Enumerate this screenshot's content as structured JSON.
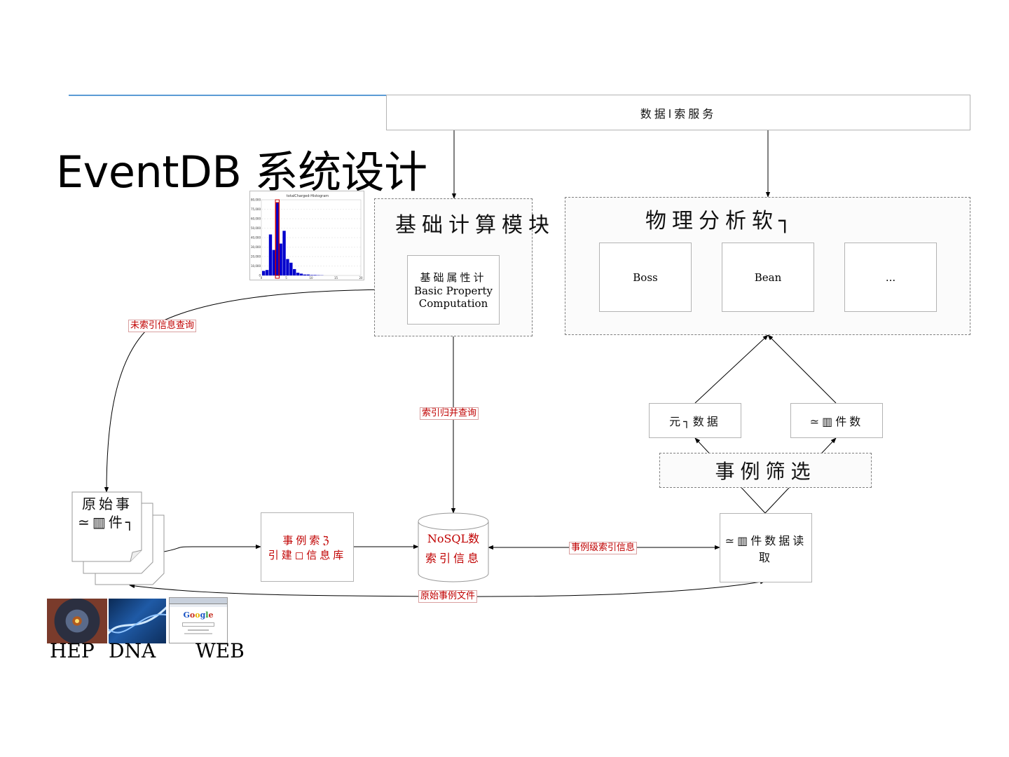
{
  "title": "EventDB 系统设计",
  "top_box": "数据l索服务",
  "basic_group": {
    "title": "基础计算模块",
    "inner": [
      "基础属性计",
      "Basic Property",
      "Computation"
    ]
  },
  "analysis_group": {
    "title": "物理分析软┐",
    "items": [
      "Boss",
      "Bean",
      "..."
    ]
  },
  "left_node": "元┐数据",
  "right_node": "≃▥件数",
  "filter_box": "事例筛选",
  "raw_files": [
    "原始事",
    "≃▥件┐"
  ],
  "index_builder": [
    "事例索ℨ",
    "引建◻信息库"
  ],
  "nosql": [
    "NoSQL数",
    "索引信息"
  ],
  "event_files": "≃▥件数据读取",
  "labels": {
    "unindexed_query": "未索引信息查询",
    "index_merge_query": "索引归并查询",
    "event_index_info": "事例级索引信息",
    "raw_event_files": "原始事例文件"
  },
  "sources": [
    "HEP",
    "DNA",
    "WEB"
  ],
  "histogram": {
    "title": "totalCharged-Histogram",
    "values": [
      5,
      6,
      45,
      28,
      80,
      35,
      49,
      18,
      14,
      7,
      3,
      2,
      1,
      1,
      0.5,
      0.5,
      0.3,
      0.2
    ],
    "highlight_index": 4,
    "color": "#0000cc",
    "highlight_color": "#cc0000",
    "y_ticks": [
      "80,000",
      "75,000",
      "60,000",
      "50,000",
      "40,000",
      "30,000",
      "20,000",
      "10,000",
      "0"
    ],
    "x_ticks": [
      "0",
      "5",
      "10",
      "15",
      "20"
    ]
  },
  "colors": {
    "rule_line": "#5b9bd5",
    "label_red": "#c00000"
  }
}
